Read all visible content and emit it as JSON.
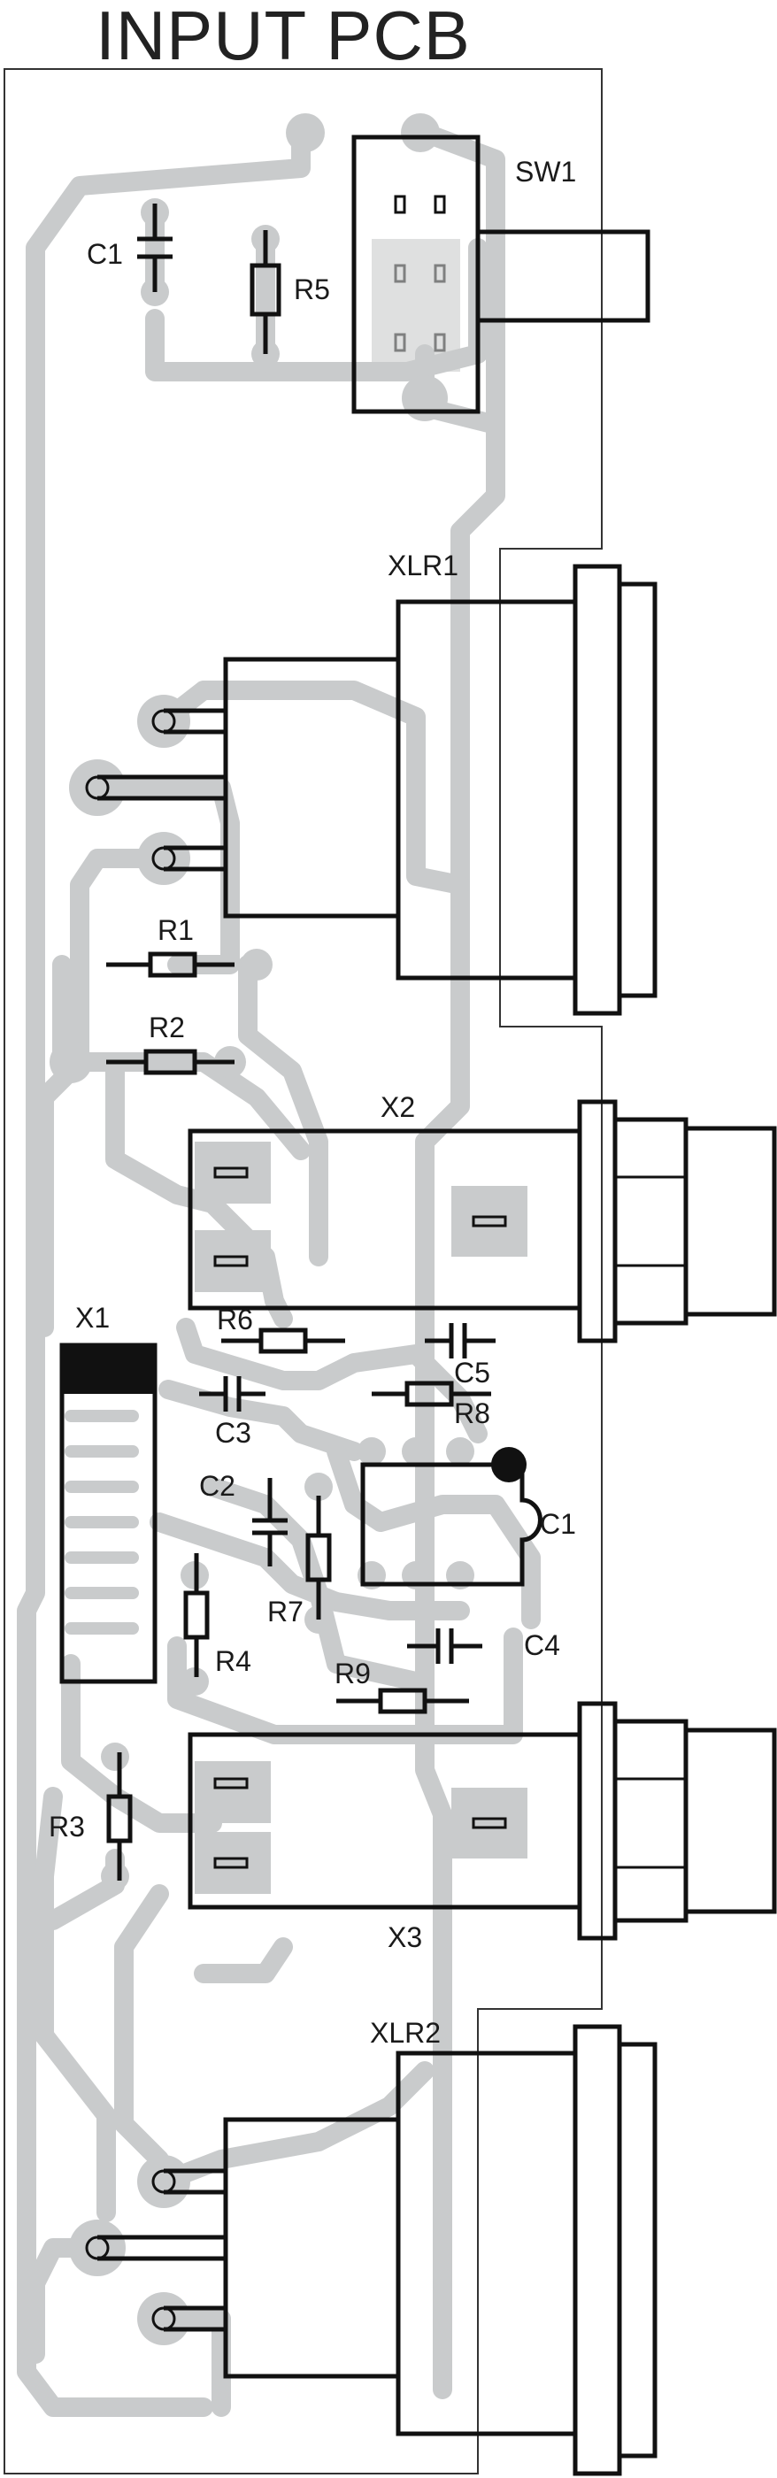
{
  "title": "INPUT PCB",
  "labels": {
    "sw1": "SW1",
    "c1_top": "C1",
    "r5": "R5",
    "xlr1": "XLR1",
    "r1": "R1",
    "r2": "R2",
    "x2": "X2",
    "x1": "X1",
    "r6": "R6",
    "c5": "C5",
    "c3": "C3",
    "r8": "R8",
    "c2": "C2",
    "c1_mid": "C1",
    "r7": "R7",
    "r4": "R4",
    "c4": "C4",
    "r9": "R9",
    "r3": "R3",
    "x3": "X3",
    "xlr2": "XLR2"
  },
  "colors": {
    "copper": "#c9cbcc",
    "silkscreen": "#111111",
    "background": "#ffffff"
  }
}
